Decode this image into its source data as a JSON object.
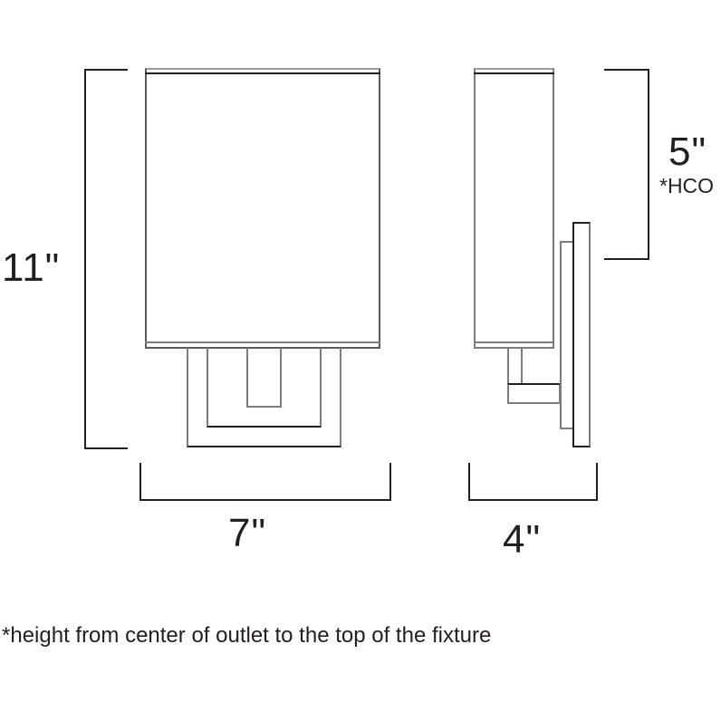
{
  "diagram": {
    "type": "dimension-drawing",
    "subject": "wall sconce",
    "views": [
      "front",
      "side"
    ]
  },
  "dimensions": {
    "height": {
      "label": "11\"",
      "value": 11,
      "unit": "in"
    },
    "width": {
      "label": "7\"",
      "value": 7,
      "unit": "in"
    },
    "depth": {
      "label": "4\"",
      "value": 4,
      "unit": "in"
    },
    "hco": {
      "label": "5\"",
      "value": 5,
      "unit": "in",
      "sublabel": "*HCO"
    }
  },
  "footnote": "*height from center of outlet to the top of the fixture",
  "colors": {
    "line": "#231f20",
    "outline": "#7d7d7d",
    "background": "#ffffff"
  }
}
